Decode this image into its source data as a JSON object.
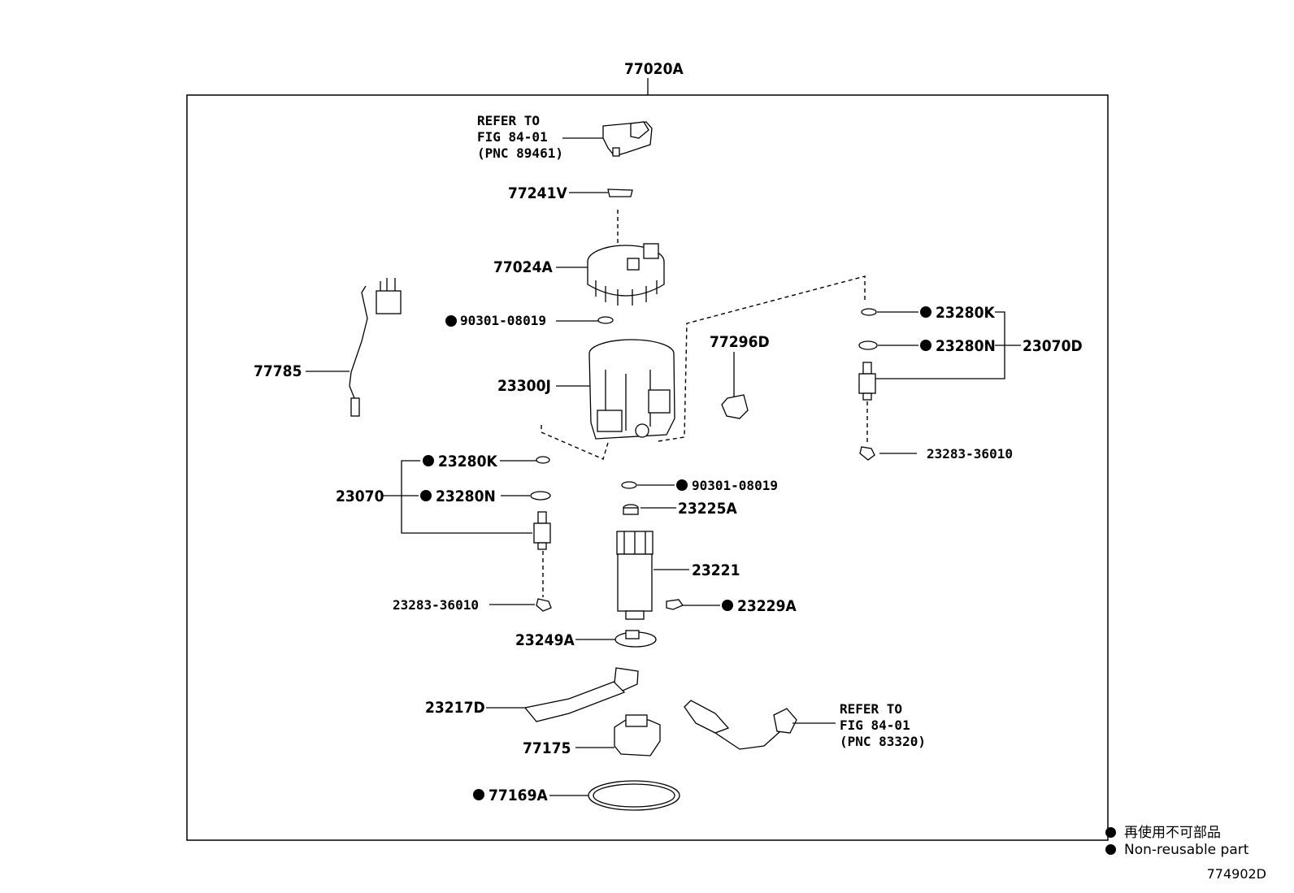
{
  "assembly_label": "77020A",
  "labels": {
    "p77241v": "77241V",
    "p77024a": "77024A",
    "p90301a": "90301-08019",
    "p77785": "77785",
    "p23300j": "23300J",
    "p77296d": "77296D",
    "p23280k_r": "23280K",
    "p23280n_r": "23280N",
    "p23070d": "23070D",
    "p23283_r": "23283-36010",
    "p23280k_l": "23280K",
    "p23280n_l": "23280N",
    "p23070": "23070",
    "p90301b": "90301-08019",
    "p23225a": "23225A",
    "p23221": "23221",
    "p23283_l": "23283-36010",
    "p23229a": "23229A",
    "p23249a": "23249A",
    "p23217d": "23217D",
    "p77175": "77175",
    "p77169a": "77169A"
  },
  "refer_top": [
    "REFER TO",
    "FIG 84-01",
    "(PNC 89461)"
  ],
  "refer_bottom": [
    "REFER TO",
    "FIG 84-01",
    "(PNC 83320)"
  ],
  "legend": {
    "jp": "再使用不可部品",
    "en": "Non-reusable part"
  },
  "figure_id": "774902D"
}
